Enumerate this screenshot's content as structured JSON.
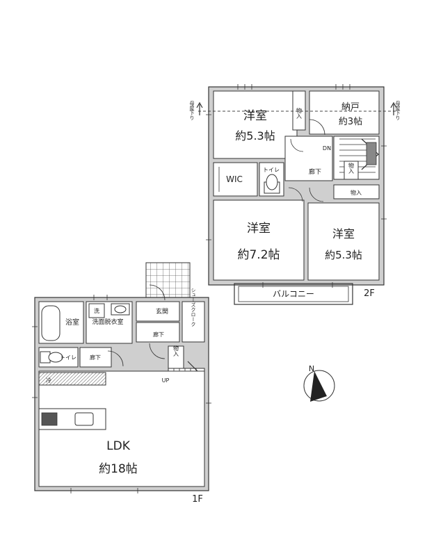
{
  "floor2": {
    "floor_label": "2F",
    "room_nw": {
      "name": "洋室",
      "size": "約5.3帖"
    },
    "storage_room": {
      "name": "納戸",
      "size": "約3帖"
    },
    "room_sw": {
      "name": "洋室",
      "size": "約7.2帖"
    },
    "room_se": {
      "name": "洋室",
      "size": "約5.3帖"
    },
    "wic": "WIC",
    "toilet": "トイレ",
    "hall": "廊下",
    "closet_a": "物入",
    "closet_b": "物入",
    "closet_c": "物入",
    "stair_dn": "DN",
    "balcony": "バルコニー",
    "roof_left": "母屋下り",
    "roof_right": "母屋下り"
  },
  "floor1": {
    "floor_label": "1F",
    "ldk": {
      "name": "LDK",
      "size": "約18帖"
    },
    "bath": "浴室",
    "washroom": "洗面脱衣室",
    "washer": "洗",
    "entrance": "玄関",
    "hall": "廊下",
    "shoe_closet": "シューズクローク",
    "toilet": "トイレ",
    "hall_small": "廊下",
    "closet": "物入",
    "stair_up": "UP",
    "fridge": "冷"
  },
  "compass": {
    "label": "N"
  },
  "colors": {
    "wall": "#cfcfcf",
    "line": "#333333",
    "paper": "#ffffff"
  }
}
